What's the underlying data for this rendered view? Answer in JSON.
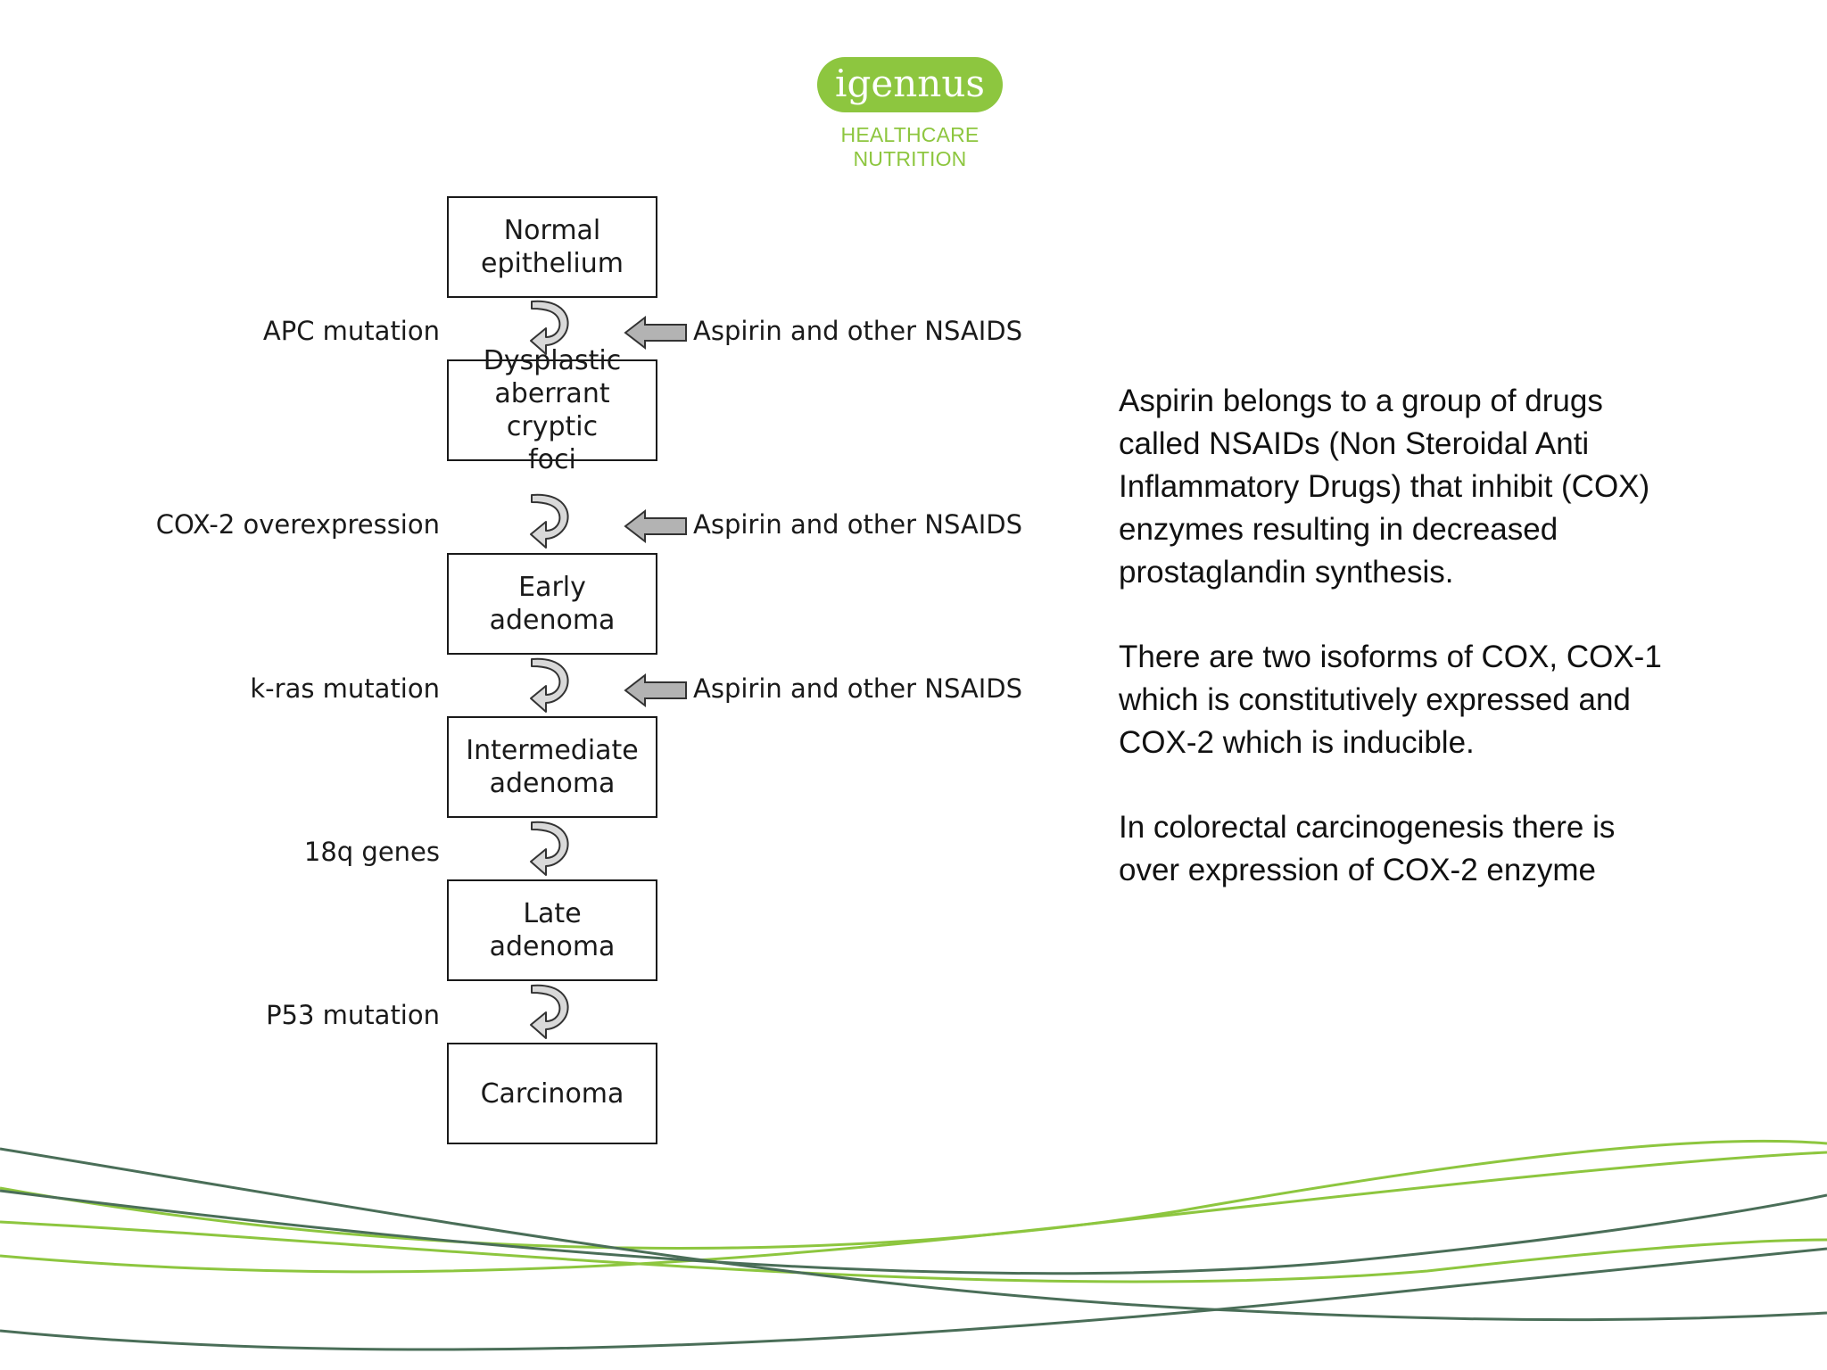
{
  "logo": {
    "name": "igennus",
    "tagline": "HEALTHCARE NUTRITION"
  },
  "colors": {
    "brand_green": "#8dc63f",
    "wave_dark": "#4a6e58",
    "arrow_grey": "#b3b3b3"
  },
  "diagram": {
    "stages": [
      {
        "label": "Normal\nepithelium"
      },
      {
        "label": "Dysplastic\naberrant cryptic\nfoci"
      },
      {
        "label": "Early\nadenoma"
      },
      {
        "label": "Intermediate\nadenoma"
      },
      {
        "label": "Late\nadenoma"
      },
      {
        "label": "Carcinoma"
      }
    ],
    "transitions": [
      {
        "label": "APC mutation",
        "inhibitor": "Aspirin and other NSAIDS"
      },
      {
        "label": "COX-2 overexpression",
        "inhibitor": "Aspirin and other NSAIDS"
      },
      {
        "label": "k-ras mutation",
        "inhibitor": "Aspirin and other NSAIDS"
      },
      {
        "label": "18q genes",
        "inhibitor": ""
      },
      {
        "label": "P53 mutation",
        "inhibitor": ""
      }
    ]
  },
  "explanation": {
    "paragraphs": [
      "Aspirin belongs to a group of drugs\ncalled NSAIDs (Non Steroidal Anti\nInflammatory Drugs) that inhibit (COX)\nenzymes resulting in decreased\nprostaglandin synthesis.",
      "There are two isoforms of COX, COX-1\nwhich is constitutively expressed and\nCOX-2 which is inducible.",
      "In colorectal carcinogenesis there is\nover expression of COX-2 enzyme"
    ]
  }
}
